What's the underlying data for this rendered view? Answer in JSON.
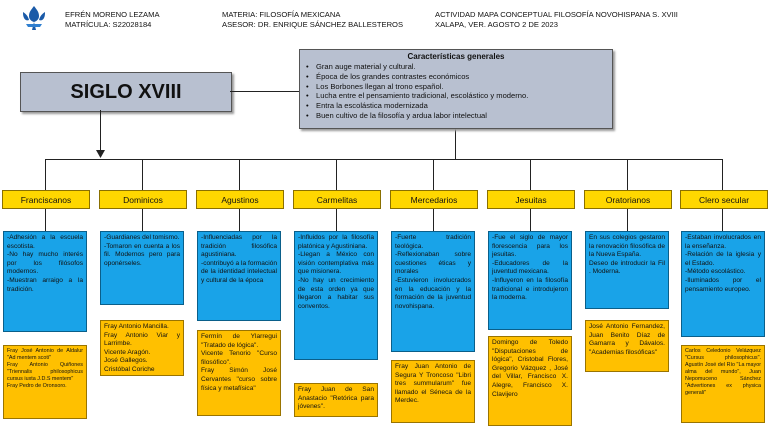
{
  "header": {
    "student_name": "EFRÉN MORENO LEZAMA",
    "student_id": "MATRÍCULA: S22028184",
    "subject": "MATERIA: FILOSOFÍA MEXICANA",
    "advisor": "ASESOR: DR. ENRIQUE SÁNCHEZ BALLESTEROS",
    "activity": "ACTIVIDAD MAPA CONCEPTUAL FILOSOFÍA NOVOHISPANA S. XVIII",
    "place_date": "XALAPA, VER. AGOSTO 2 DE 2023"
  },
  "title": "SIGLO XVIII",
  "characteristics": {
    "heading": "Características generales",
    "items": [
      "Gran auge material y cultural.",
      "Época de los grandes contrastes económicos",
      "Los Borbones llegan al trono español.",
      "Lucha entre el pensamiento tradicional, escolástico y moderno.",
      "Entra la escolástica modernizada",
      "Buen cultivo de la filosofía y ardua labor intelectual"
    ]
  },
  "categories": [
    {
      "name": "Franciscanos",
      "description": "-Adhesión a la escuela escotista.\n-No hay mucho interés por los filósofos modernos.\n-Muestran arraigo a la tradición.",
      "authors": "Fray José Antonio de Aldalur \"Ad mentem scoti\"\nFray Antonio Quiñones \"Triennalis philosophicus cursus iuxta J.D.S mentem\"\nFray Pedro de Oronsoro."
    },
    {
      "name": "Dominicos",
      "description": "-Guardianes del tomismo.\n-Tomaron en cuenta a los fil. Modernos pero para oponérseles.",
      "authors": "Fray Antonio Mancilla.\nFray Antonio Viar y Larrimbe.\nVicente Aragón.\nJosé Gallegos.\nCristóbal Coriche"
    },
    {
      "name": "Agustinos",
      "description": "-Influenciadas por la tradición filosófica agustiniana.\n-contribuyó a la formación de la identidad intelectual y cultural de la época",
      "authors": "Fermín de Ylarregui \"Tratado de lógica\".\nVicente Tenorio \"Curso filosófico\".\nFray Simón José Cervantes \"curso sobre física y metafísica\""
    },
    {
      "name": "Carmelitas",
      "description": "-Influidos por la filosofía platónica y Agustiniana.\n-Llegan a México con visión contemplativa más que misionera.\n-No hay un crecimiento de esta orden ya que llegaron a habitar sus conventos.",
      "authors": "Fray Juan de San Anastacio \"Retórica para jóvenes\"."
    },
    {
      "name": "Mercedarios",
      "description": "-Fuerte tradición teológica.\n-Reflexionaban sobre cuestiones éticas y morales\n-Estuvieron involucrados en la educación y la formación de la juventud novohispana.",
      "authors": "Fray Juan Antonio de Segura Y Troncoso \"Libri tres summularum\" fue llamado el Séneca de la Merdec."
    },
    {
      "name": "Jesuitas",
      "description": "-Fue el siglo de mayor florescencia para los jesuitas.\n-Educadores de la juventud mexicana.\n-Influyeron en la filosofía tradicional e introdujeron la moderna.",
      "authors": "Domingo de Toledo \"Disputaciones de lógica\", Cristobal Flores, Gregorio Vázquez , José del Villar, Francisco X. Alegre, Francisco X. Clavijero"
    },
    {
      "name": "Oratorianos",
      "description": "En sus colegios gestaron la renovación filosófica de la Nueva España.\nDeseo de introducir la Fil . Moderna.",
      "authors": "José Antonio Fernandez, Juan Benito Díaz de Gamarra y Dávalos. \"Academias filosóficas\""
    },
    {
      "name": "Clero secular",
      "description": "-Estaban involucrados en la enseñanza.\n-Relación de la iglesia y el Estado.\n-Método escolástico.\n-Iluminados por el pensamiento europeo.",
      "authors": "Carlos Celedonio Velázquez \"Cursus philosophicus\". Agustín José del Río \"La mayor alma del mundo\", Juan Nepomuceno Sánchez \"Advertiones ex physica generali\""
    }
  ],
  "colors": {
    "title_box": "#b8c0d0",
    "category": "#ffd700",
    "description": "#19a3e8",
    "authors": "#ffc000"
  },
  "icons": [
    "university-logo-icon",
    "arrow-down-icon"
  ]
}
